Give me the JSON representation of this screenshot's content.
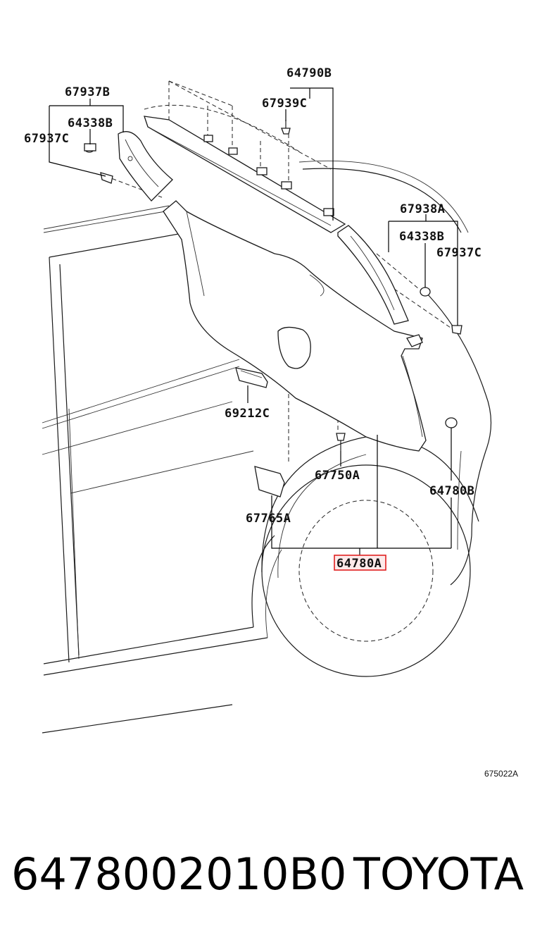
{
  "callouts": {
    "c_64790B": "64790B",
    "c_67937B": "67937B",
    "c_67939C": "67939C",
    "c_64338B_top": "64338B",
    "c_67937C_left": "67937C",
    "c_67938A": "67938A",
    "c_64338B_right": "64338B",
    "c_67937C_right": "67937C",
    "c_69212C": "69212C",
    "c_67750A": "67750A",
    "c_64780B": "64780B",
    "c_67765A": "67765A",
    "c_64780A": "64780A"
  },
  "highlight": {
    "part": "64780",
    "color": "#e02020"
  },
  "figure_ref": "675022A",
  "footer": {
    "part_number": "6478002010B0",
    "brand": "TOYOTA"
  }
}
